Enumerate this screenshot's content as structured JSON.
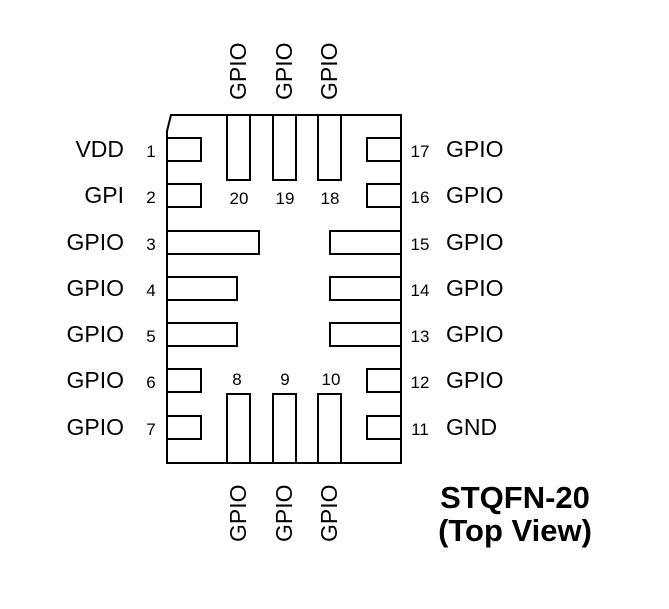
{
  "package": {
    "name": "STQFN-20",
    "view": "(Top View)"
  },
  "pins": {
    "left": [
      {
        "number": "1",
        "label": "VDD"
      },
      {
        "number": "2",
        "label": "GPI"
      },
      {
        "number": "3",
        "label": "GPIO"
      },
      {
        "number": "4",
        "label": "GPIO"
      },
      {
        "number": "5",
        "label": "GPIO"
      },
      {
        "number": "6",
        "label": "GPIO"
      },
      {
        "number": "7",
        "label": "GPIO"
      }
    ],
    "right": [
      {
        "number": "17",
        "label": "GPIO"
      },
      {
        "number": "16",
        "label": "GPIO"
      },
      {
        "number": "15",
        "label": "GPIO"
      },
      {
        "number": "14",
        "label": "GPIO"
      },
      {
        "number": "13",
        "label": "GPIO"
      },
      {
        "number": "12",
        "label": "GPIO"
      },
      {
        "number": "11",
        "label": "GND"
      }
    ],
    "top": [
      {
        "number": "20",
        "label": "GPIO"
      },
      {
        "number": "19",
        "label": "GPIO"
      },
      {
        "number": "18",
        "label": "GPIO"
      }
    ],
    "bottom": [
      {
        "number": "8",
        "label": "GPIO"
      },
      {
        "number": "9",
        "label": "GPIO"
      },
      {
        "number": "10",
        "label": "GPIO"
      }
    ]
  }
}
